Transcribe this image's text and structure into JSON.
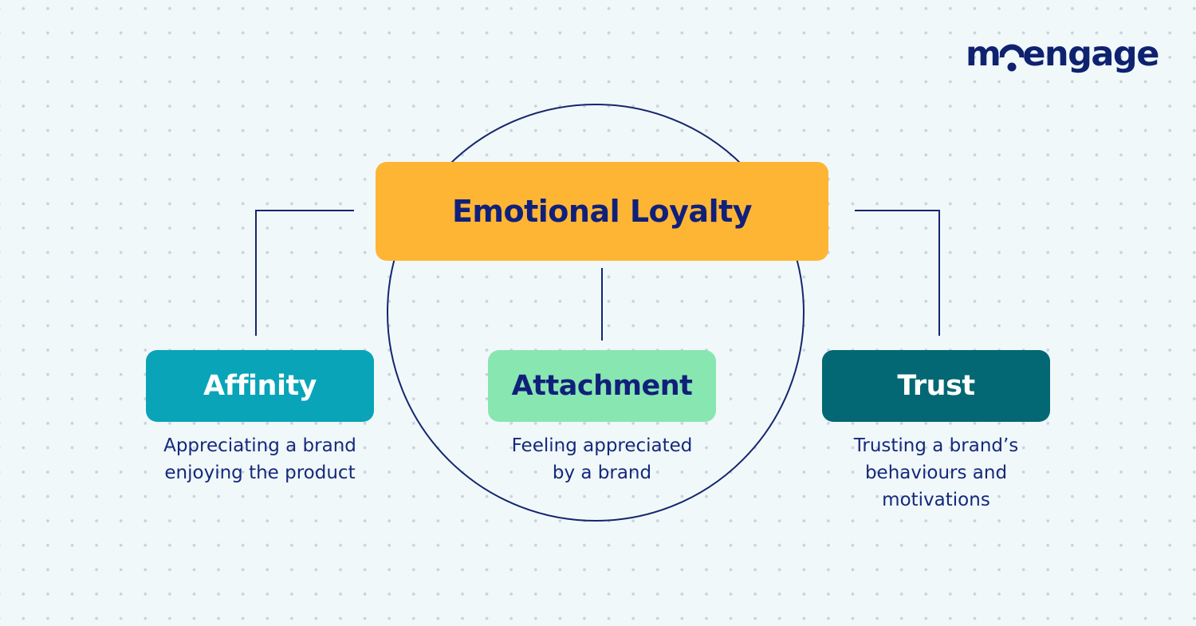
{
  "logo": {
    "text_before": "m",
    "text_o": "o",
    "text_after": "engage",
    "color": "#0f2270"
  },
  "diagram": {
    "center": {
      "label": "Emotional Loyalty",
      "color": "#ffb534"
    },
    "pillars": [
      {
        "label": "Affinity",
        "description": "Appreciating a brand\nenjoying the product",
        "color": "#09a4b7"
      },
      {
        "label": "Attachment",
        "description": "Feeling appreciated\nby a brand",
        "color": "#88e6b1"
      },
      {
        "label": "Trust",
        "description": "Trusting a brand’s\nbehaviours and\nmotivations",
        "color": "#036873"
      }
    ],
    "line_color": "#15266d",
    "background_color": "#f1f8fa"
  }
}
